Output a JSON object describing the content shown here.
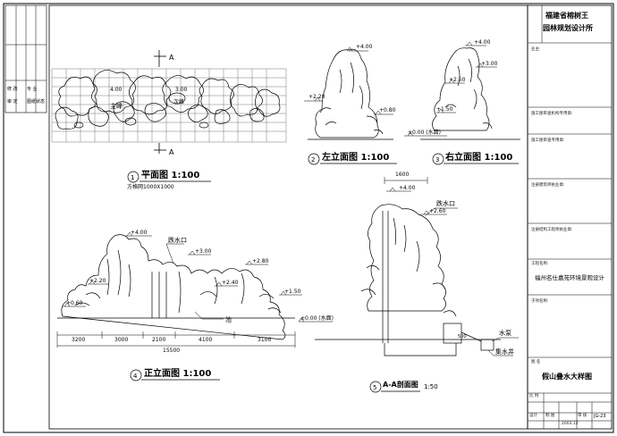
{
  "title_block": {
    "firm_line1": "福建省榕树王",
    "firm_line2": "园林规划设计所",
    "fields": [
      "业主:",
      "施工图审查机构专用章:",
      "施工图审查专用章:",
      "注册建筑师执业章:",
      "注册结构工程师执业章:",
      "工程名称:",
      "子项名称:",
      "图 名"
    ],
    "project_name": "福州名仕嘉苑环境景观设计",
    "drawing_name": "假山叠水大样图",
    "date": "2003.12",
    "sheet_no": "JG-23",
    "bottom_labels": [
      "比 例",
      "设计",
      "制 图",
      "审 核"
    ]
  },
  "left_strip": {
    "labels": [
      "修 改",
      "审 定",
      "专 业",
      "图纸状态"
    ]
  },
  "views": {
    "plan": {
      "title": "平面图 1:100",
      "number": "1",
      "note": "方格网1000X1000",
      "labels": {
        "main_peak": "主峰",
        "secondary_peak": "次峰",
        "elev_a": "4.00",
        "elev_b": "3.00"
      },
      "section": "A"
    },
    "left_elev": {
      "title": "左立面图 1:100",
      "number": "2",
      "elevs": [
        "+4.00",
        "+2.20",
        "+0.80"
      ]
    },
    "right_elev": {
      "title": "右立面图 1:100",
      "number": "3",
      "elevs": [
        "+4.00",
        "+3.00",
        "+2.50",
        "+1.50"
      ],
      "water": "±0.00 (水面)"
    },
    "front_elev": {
      "title": "正立面图 1:100",
      "number": "4",
      "elevs": [
        "+4.00",
        "+3.00",
        "+2.80",
        "+2.20",
        "+1.50",
        "+0.60",
        "+2.40"
      ],
      "labels": {
        "weir": "跌水口",
        "pool": "池",
        "water": "±0.00 (水面)"
      },
      "dims": [
        "3200",
        "3000",
        "2100",
        "4100",
        "3100"
      ],
      "total": "15500"
    },
    "section": {
      "title": "A-A剖面图",
      "scale": "1:50",
      "number": "5",
      "top_dim": "1600",
      "elevs": [
        "+4.00",
        "+2.60"
      ],
      "labels": {
        "weir": "跌水口",
        "pump": "水泵",
        "well": "集水井",
        "depth": "500"
      }
    }
  }
}
